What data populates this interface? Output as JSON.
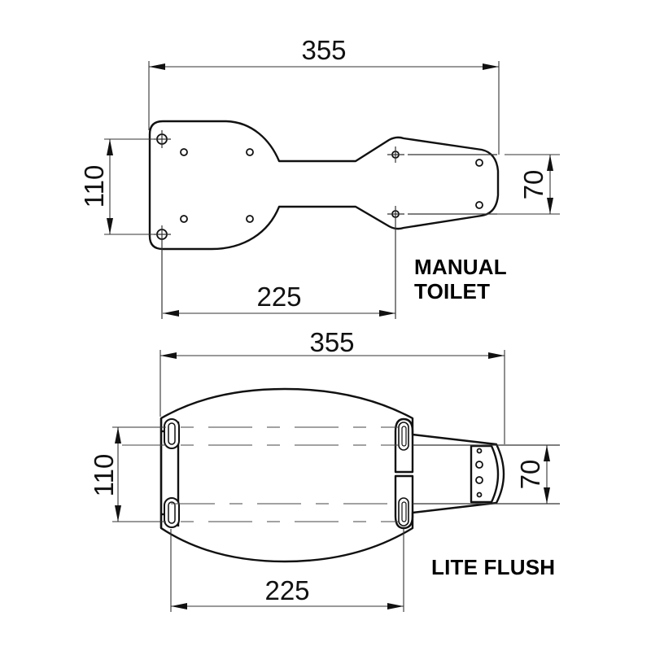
{
  "drawings": [
    {
      "id": "manual-toilet",
      "label_line1": "MANUAL",
      "label_line2": "TOILET",
      "overall_length": "355",
      "hole_spacing_length": "225",
      "rear_width": "110",
      "front_width": "70"
    },
    {
      "id": "lite-flush",
      "label_line1": "LITE FLUSH",
      "overall_length": "355",
      "hole_spacing_length": "225",
      "rear_width": "110",
      "front_width": "70"
    }
  ],
  "colors": {
    "line": "#111111",
    "background": "#ffffff"
  }
}
